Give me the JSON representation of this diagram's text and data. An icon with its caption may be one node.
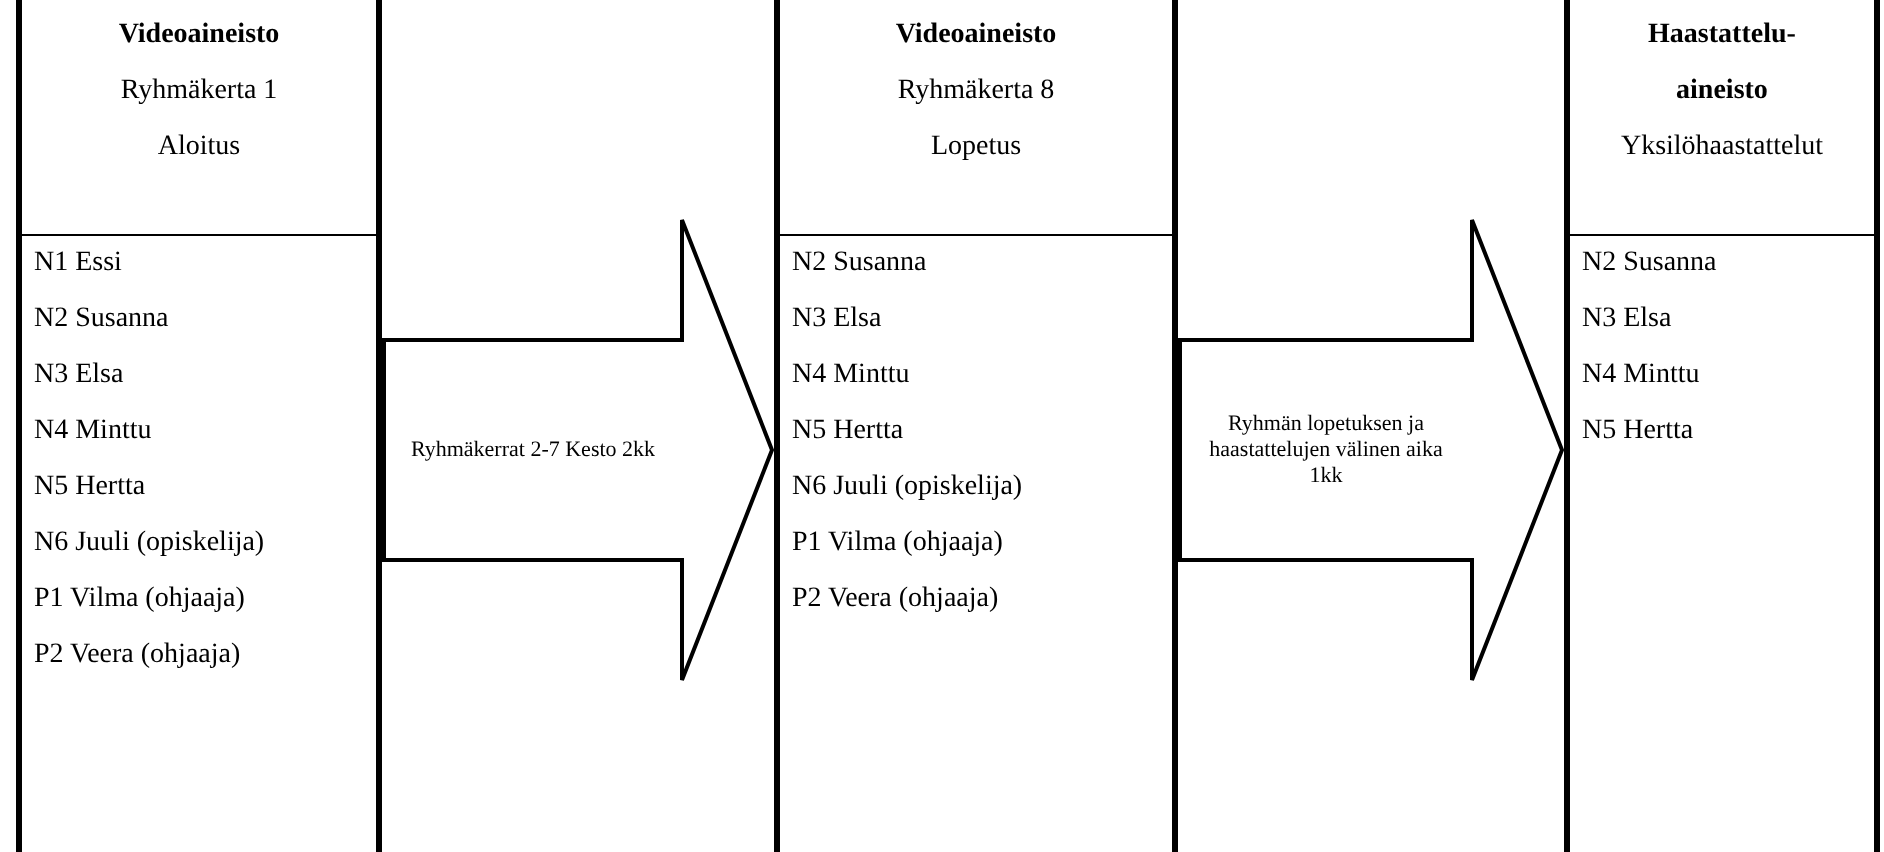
{
  "diagram": {
    "nodes": [
      {
        "text": [
          "Videoaineisto",
          "Ryhmäkerta 1",
          "Aloitus",
          "N1 Essi",
          "N2 Susanna",
          "N3 Elsa",
          "N4 Minttu",
          "N5 Hertta",
          "N6 Juuli (opiskelija)",
          "P1 Vilma (ohjaaja)",
          "P2 Veera (ohjaaja)"
        ]
      },
      {
        "text": [
          "Videoaineisto",
          "Ryhmäkerta 8",
          "Lopetus",
          "N2 Susanna",
          "N3 Elsa",
          "N4 Minttu",
          "N5 Hertta",
          "N6 Juuli (opiskelija)",
          "P1 Vilma (ohjaaja)",
          "P2 Veera (ohjaaja)"
        ]
      },
      {
        "text": [
          "Haastattelu-aineisto",
          "Yksilöhaastattelut",
          "N2 Susanna",
          "N3 Elsa",
          "N4 Minttu",
          "N5 Hertta"
        ]
      }
    ],
    "edges": [
      {
        "from": 0,
        "to": 1,
        "arrow": "to",
        "label": "Ryhmäkerrat 2-7 Kesto 2kk"
      },
      {
        "from": 1,
        "to": 2,
        "arrow": "to",
        "label": "Ryhmän lopetuksen ja haastattelujen välinen aika 1kk"
      }
    ]
  }
}
